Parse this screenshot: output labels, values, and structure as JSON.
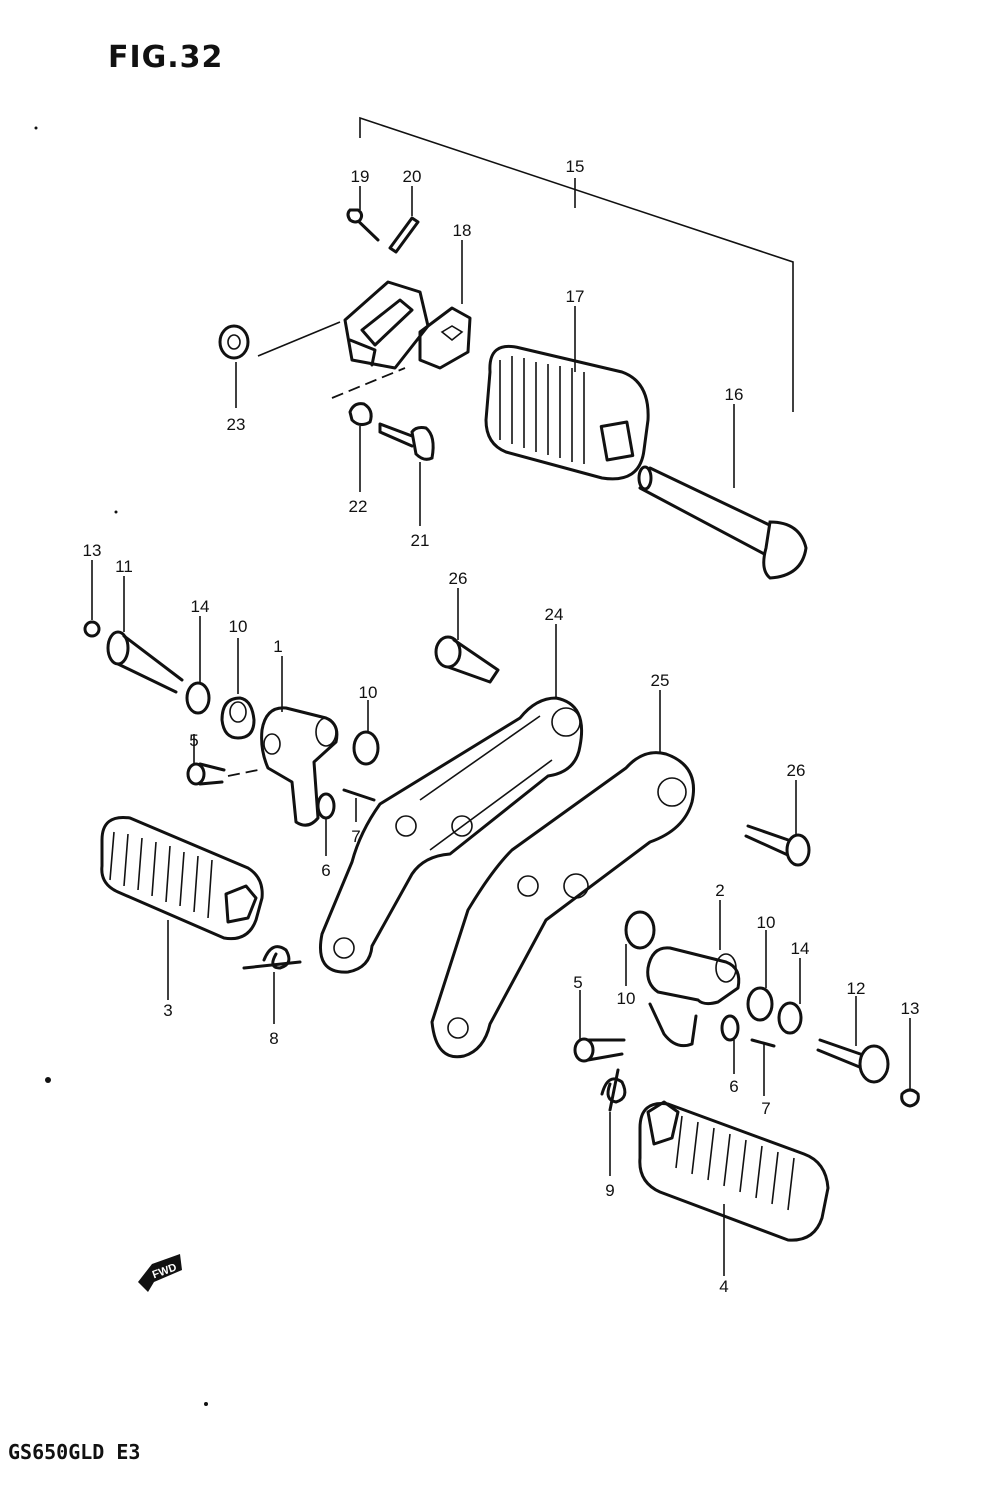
{
  "figure": {
    "title": "FIG.32",
    "model": "GS650GLD E3",
    "direction": "FWD"
  },
  "callouts": [
    {
      "id": "c1",
      "label": "1"
    },
    {
      "id": "c2",
      "label": "2"
    },
    {
      "id": "c3",
      "label": "3"
    },
    {
      "id": "c4",
      "label": "4"
    },
    {
      "id": "c5a",
      "label": "5"
    },
    {
      "id": "c5b",
      "label": "5"
    },
    {
      "id": "c6a",
      "label": "6"
    },
    {
      "id": "c6b",
      "label": "6"
    },
    {
      "id": "c7a",
      "label": "7"
    },
    {
      "id": "c7b",
      "label": "7"
    },
    {
      "id": "c8",
      "label": "8"
    },
    {
      "id": "c9",
      "label": "9"
    },
    {
      "id": "c10a",
      "label": "10"
    },
    {
      "id": "c10b",
      "label": "10"
    },
    {
      "id": "c10c",
      "label": "10"
    },
    {
      "id": "c10d",
      "label": "10"
    },
    {
      "id": "c11",
      "label": "11"
    },
    {
      "id": "c12",
      "label": "12"
    },
    {
      "id": "c13a",
      "label": "13"
    },
    {
      "id": "c13b",
      "label": "13"
    },
    {
      "id": "c14a",
      "label": "14"
    },
    {
      "id": "c14b",
      "label": "14"
    },
    {
      "id": "c15",
      "label": "15"
    },
    {
      "id": "c16",
      "label": "16"
    },
    {
      "id": "c17",
      "label": "17"
    },
    {
      "id": "c18",
      "label": "18"
    },
    {
      "id": "c19",
      "label": "19"
    },
    {
      "id": "c20",
      "label": "20"
    },
    {
      "id": "c21",
      "label": "21"
    },
    {
      "id": "c22",
      "label": "22"
    },
    {
      "id": "c23",
      "label": "23"
    },
    {
      "id": "c24",
      "label": "24"
    },
    {
      "id": "c25",
      "label": "25"
    },
    {
      "id": "c26a",
      "label": "26"
    },
    {
      "id": "c26b",
      "label": "26"
    }
  ]
}
